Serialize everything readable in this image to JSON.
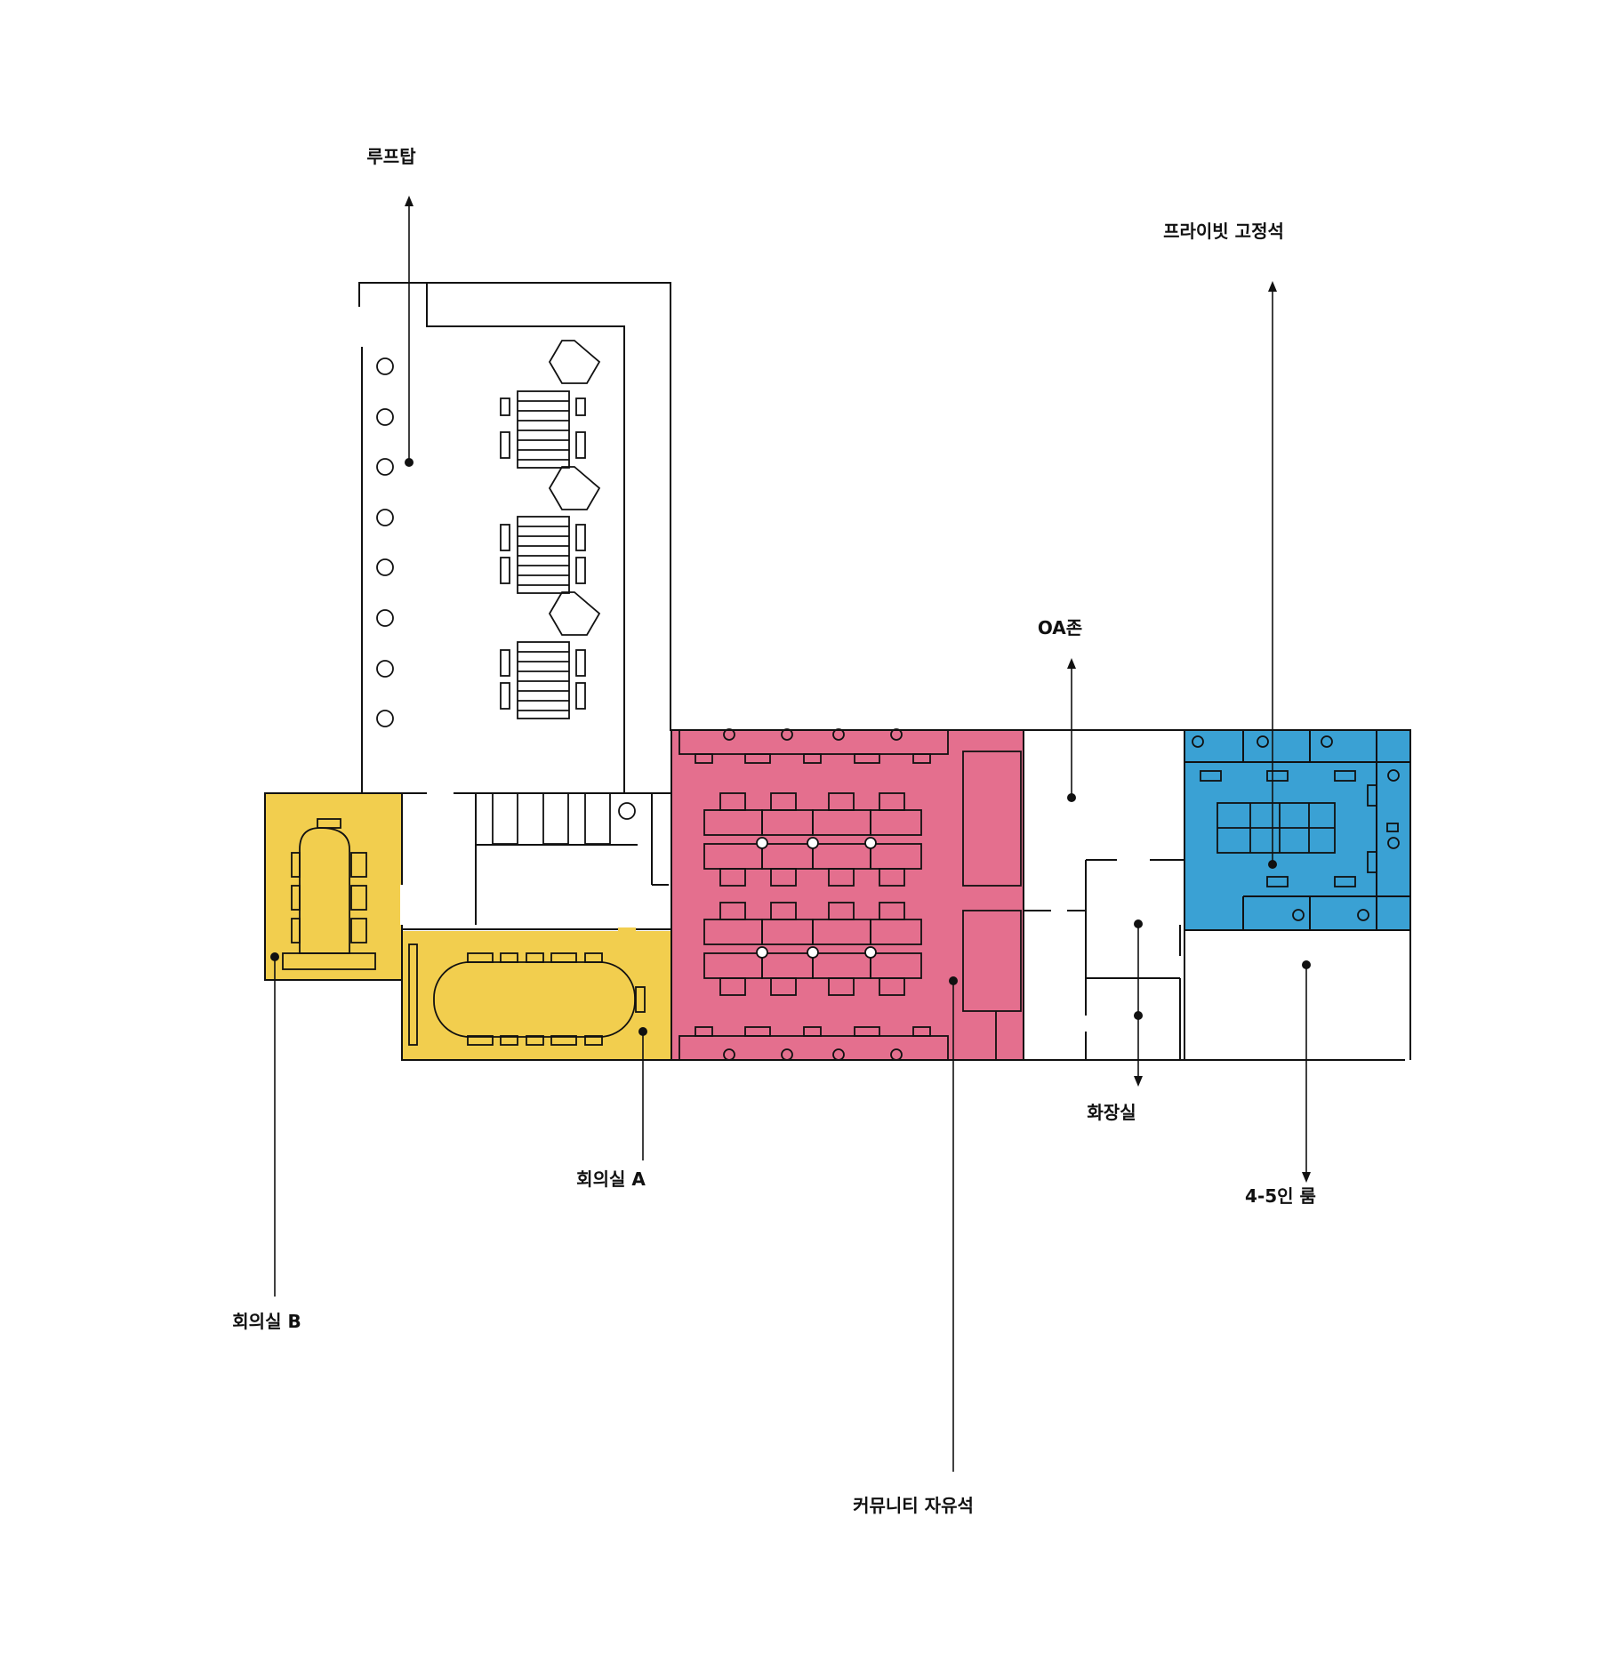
{
  "colors": {
    "meeting": "#F2CE4E",
    "community": "#E46F8E",
    "private": "#3AA1D4",
    "line": "#111111"
  },
  "zones": {
    "rooftop": {
      "label": "루프탑"
    },
    "private_fixed": {
      "label": "프라이빗 고정석"
    },
    "oa_zone": {
      "label": "OA존"
    },
    "restroom": {
      "label": "화장실"
    },
    "room_4_5": {
      "label": "4-5인 룸"
    },
    "meeting_a": {
      "label": "회의실 A"
    },
    "meeting_b": {
      "label": "회의실 B"
    },
    "community_free": {
      "label": "커뮤니티 자유석"
    }
  }
}
